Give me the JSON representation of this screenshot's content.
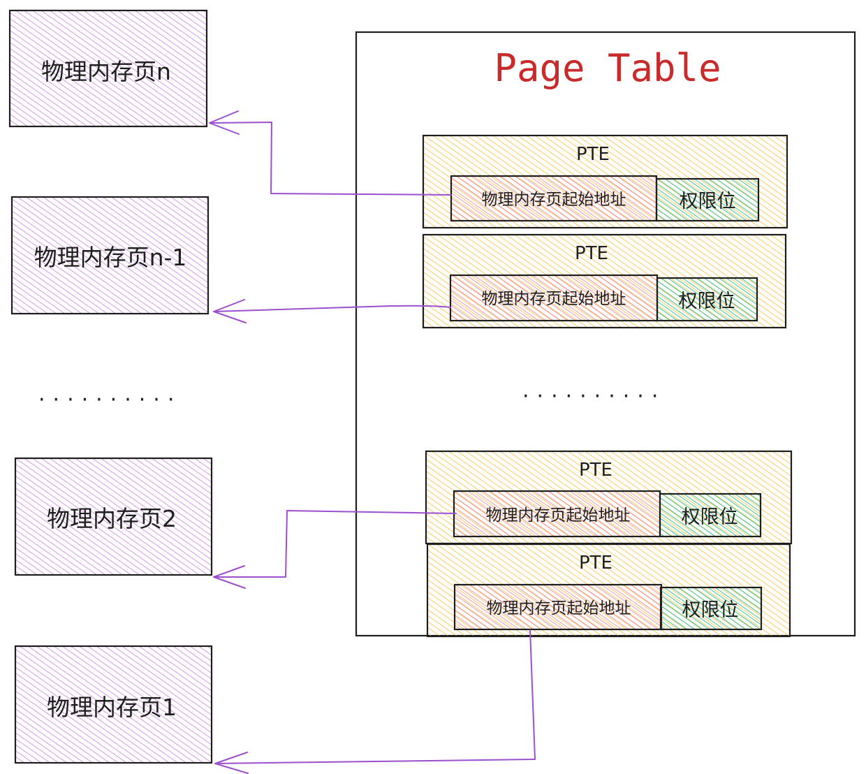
{
  "table": {
    "title": "Page Table"
  },
  "pages": [
    {
      "label": "物理内存页n"
    },
    {
      "label": "物理内存页n-1"
    },
    {
      "label": "物理内存页2"
    },
    {
      "label": "物理内存页1"
    }
  ],
  "ellipsis": "··········",
  "ptes": [
    {
      "label": "PTE",
      "address": "物理内存页起始地址",
      "permission": "权限位"
    },
    {
      "label": "PTE",
      "address": "物理内存页起始地址",
      "permission": "权限位"
    },
    {
      "label": "PTE",
      "address": "物理内存页起始地址",
      "permission": "权限位"
    },
    {
      "label": "PTE",
      "address": "物理内存页起始地址",
      "permission": "权限位"
    }
  ],
  "colors": {
    "page_fill": "#be4bdb",
    "pte_fill": "#fab005",
    "address_fill": "#e64980",
    "permission_fill": "#12b886",
    "arrow": "#9c4fcf",
    "title": "#c92a2a"
  }
}
